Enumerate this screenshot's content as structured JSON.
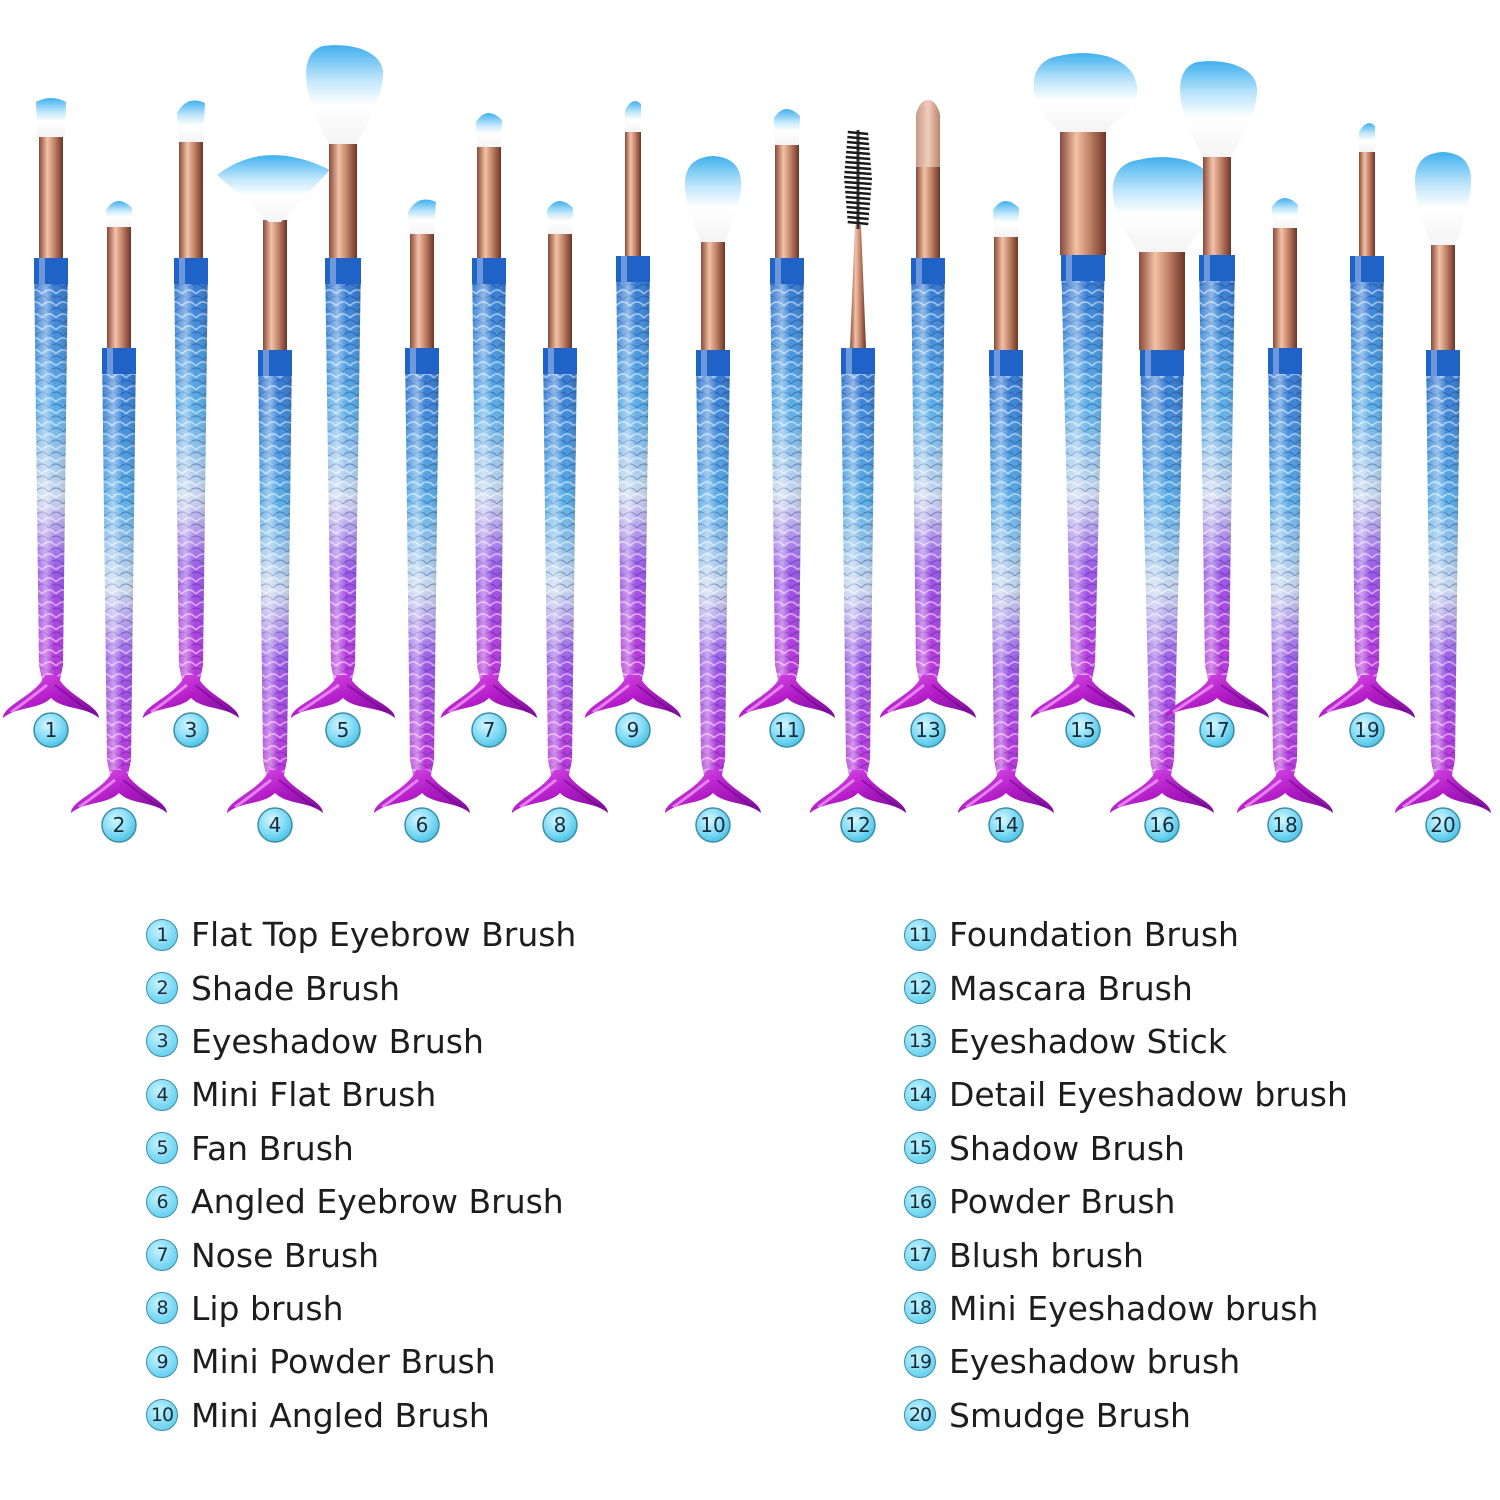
{
  "colors": {
    "handle_top": "#2f7fd6",
    "handle_mid": "#7fbfea",
    "handle_low": "#b03ae0",
    "tail": "#c21fd0",
    "ferrule": "#c98b70",
    "bristle_blue": "#49b6ee",
    "badge": "#7fdaf5"
  },
  "brushes": [
    {
      "number": "1",
      "name": "Flat Top Eyebrow Brush",
      "head": "flat"
    },
    {
      "number": "2",
      "name": "Shade Brush",
      "head": "small"
    },
    {
      "number": "3",
      "name": "Eyeshadow Brush",
      "head": "angled"
    },
    {
      "number": "4",
      "name": "Mini Flat Brush",
      "head": "fan"
    },
    {
      "number": "5",
      "name": "Fan Brush",
      "head": "large"
    },
    {
      "number": "6",
      "name": "Angled Eyebrow Brush",
      "head": "angled"
    },
    {
      "number": "7",
      "name": "Nose Brush",
      "head": "small"
    },
    {
      "number": "8",
      "name": "Lip brush",
      "head": "small"
    },
    {
      "number": "9",
      "name": "Mini Powder Brush",
      "head": "thin"
    },
    {
      "number": "10",
      "name": "Mini Angled Brush",
      "head": "round"
    },
    {
      "number": "11",
      "name": "Foundation Brush",
      "head": "small"
    },
    {
      "number": "12",
      "name": "Mascara Brush",
      "head": "spoolie"
    },
    {
      "number": "13",
      "name": "Eyeshadow Stick",
      "head": "sponge"
    },
    {
      "number": "14",
      "name": "Detail Eyeshadow brush",
      "head": "small"
    },
    {
      "number": "15",
      "name": "Shadow Brush",
      "head": "xlarge"
    },
    {
      "number": "16",
      "name": "Powder Brush",
      "head": "xlarge"
    },
    {
      "number": "17",
      "name": "Blush brush",
      "head": "large"
    },
    {
      "number": "18",
      "name": "Mini Eyeshadow brush",
      "head": "small"
    },
    {
      "number": "19",
      "name": "Eyeshadow brush",
      "head": "thin"
    },
    {
      "number": "20",
      "name": "Smudge Brush",
      "head": "round"
    }
  ]
}
